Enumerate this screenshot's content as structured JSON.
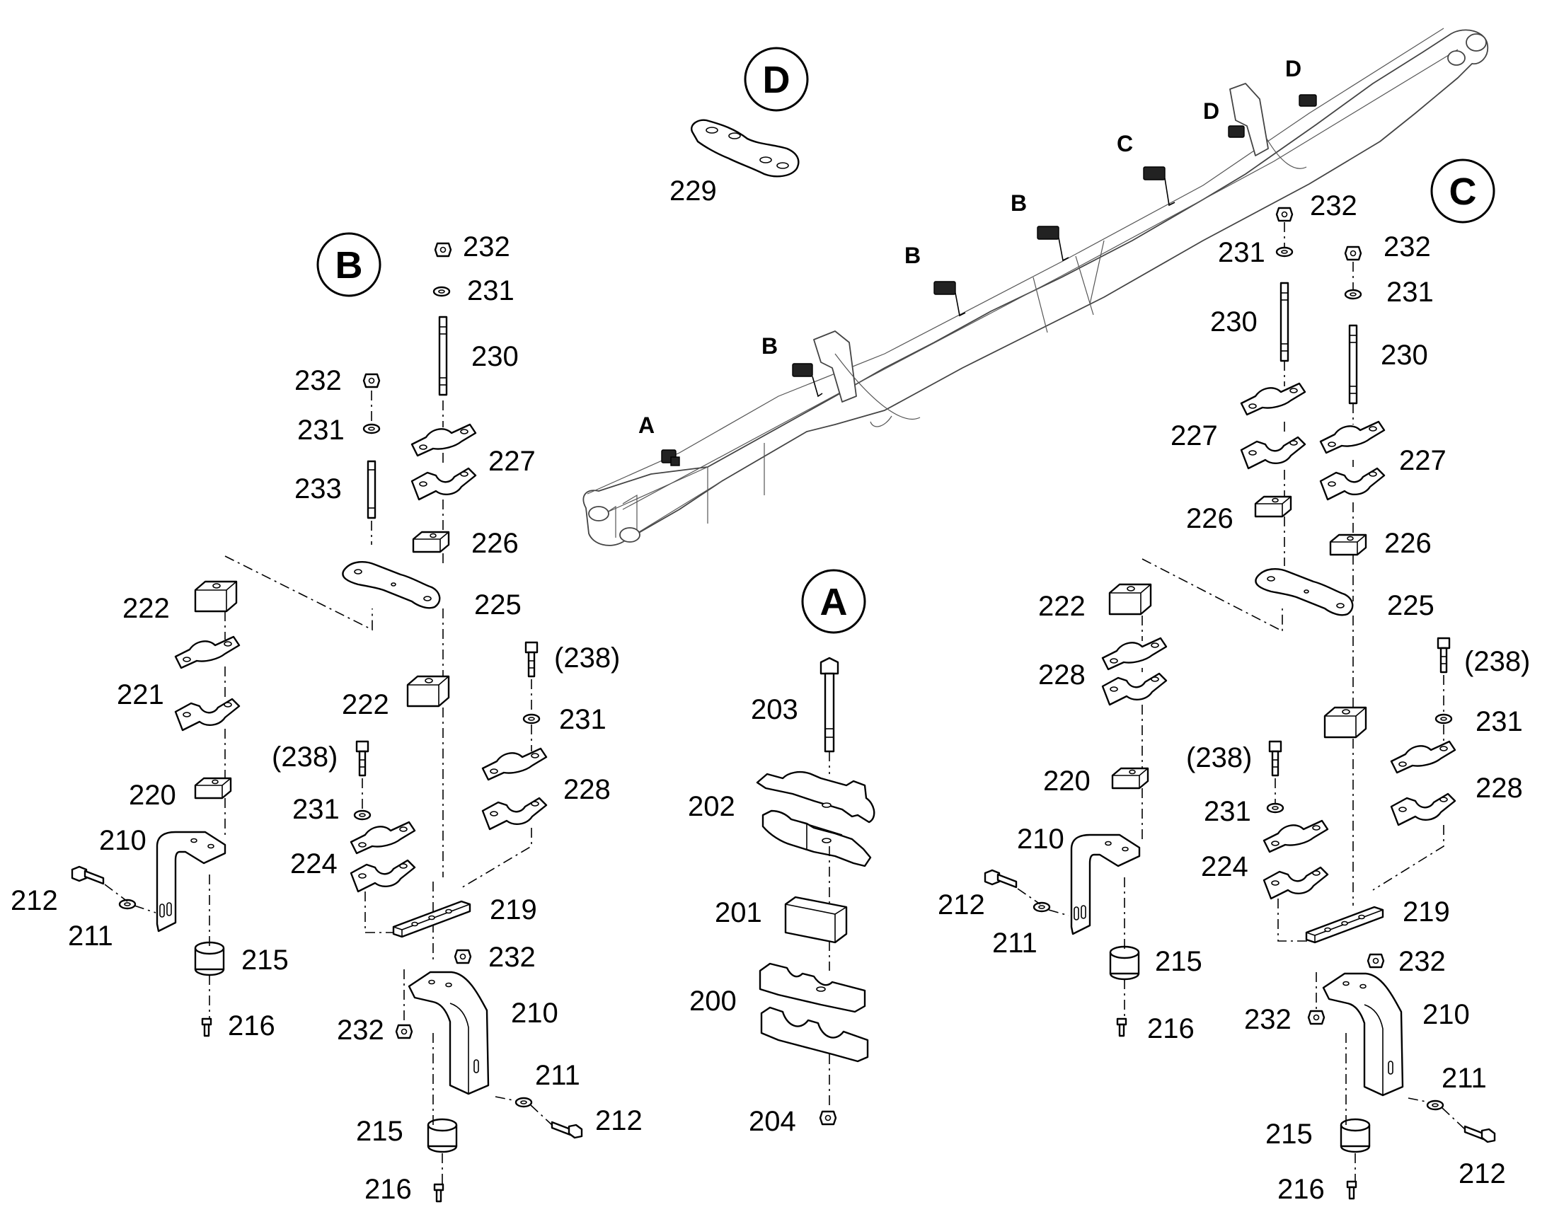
{
  "detail_titles": {
    "A": "A",
    "B": "B",
    "C": "C",
    "D": "D"
  },
  "boom_markers": [
    "A",
    "B",
    "B",
    "B",
    "C",
    "D",
    "D"
  ],
  "detail_D": {
    "parts": [
      "229"
    ]
  },
  "detail_B": {
    "parts": [
      "232",
      "231",
      "230",
      "232",
      "231",
      "233",
      "227",
      "226",
      "225",
      "222",
      "221",
      "220",
      "222",
      "(238)",
      "231",
      "228",
      "(238)",
      "231",
      "224",
      "210",
      "212",
      "211",
      "215",
      "216",
      "219",
      "232",
      "232",
      "210",
      "211",
      "212",
      "215",
      "216"
    ]
  },
  "detail_A": {
    "parts": [
      "203",
      "202",
      "201",
      "200",
      "204"
    ]
  },
  "detail_C": {
    "parts": [
      "232",
      "231",
      "230",
      "232",
      "231",
      "230",
      "227",
      "227",
      "226",
      "226",
      "225",
      "222",
      "228",
      "220",
      "(238)",
      "231",
      "(238)",
      "231",
      "228",
      "224",
      "210",
      "212",
      "211",
      "215",
      "216",
      "219",
      "232",
      "232",
      "210",
      "211",
      "215",
      "216",
      "212"
    ]
  }
}
